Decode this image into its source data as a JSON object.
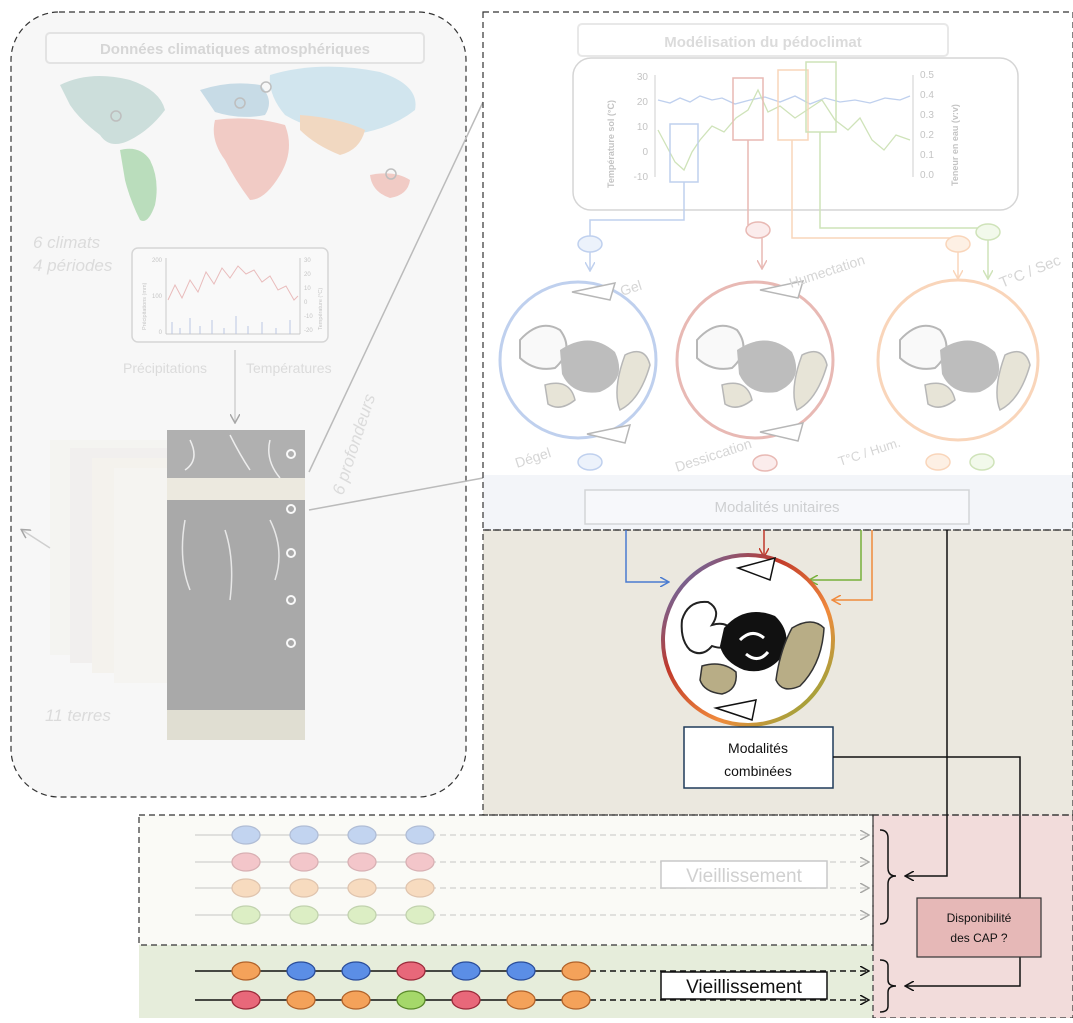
{
  "left_panel": {
    "title": "Données climatiques atmosphériques",
    "climates_line1": "6 climats",
    "climates_line2": "4 périodes",
    "mini_chart_ylabel_left": "Précipitations (mm)",
    "mini_chart_ylabel_right": "Température (°C)",
    "mini_chart_left_ticks": [
      "200",
      "100",
      "0"
    ],
    "mini_chart_right_ticks": [
      "30",
      "20",
      "10",
      "0",
      "-10",
      "-20"
    ],
    "label_precip": "Précipitations",
    "label_temp": "Températures",
    "label_depths": "6 profondeurs",
    "label_soils": "11 terres"
  },
  "pedoclimate": {
    "title": "Modélisation du pédoclimat",
    "ylabel_left": "Température sol (°C)",
    "ylabel_right": "Teneur en eau (v:v)",
    "left_ticks": [
      "30",
      "20",
      "10",
      "0",
      "-10"
    ],
    "right_ticks": [
      "0.5",
      "0.4",
      "0.3",
      "0.2",
      "0.1",
      "0.0"
    ],
    "label_gel": "Gel",
    "label_degel": "Dégel",
    "label_humectation": "Humectation",
    "label_dessiccation": "Dessiccation",
    "label_tc_sec": "T°C / Sec",
    "label_tc_hum": "T°C / Hum.",
    "unit_modalities": "Modalités unitaires"
  },
  "combined": {
    "label_line1": "Modalités",
    "label_line2": "combinées"
  },
  "aging": {
    "top_label": "Vieillissement",
    "bottom_label": "Vieillissement",
    "cap_line1": "Disponibilité",
    "cap_line2": "des CAP ?"
  },
  "colors": {
    "blue": "#4a7bd0",
    "red": "#c0392b",
    "orange": "#f08a3c",
    "green": "#77b03a",
    "olive_bg": "#ebe8df",
    "pink_bg": "#f2dcdb",
    "green_bg": "#e6eddb",
    "cap_box": "#e6b8b7"
  },
  "bottom_sequences": [
    [
      "orange",
      "blue",
      "blue",
      "red",
      "blue",
      "blue",
      "orange"
    ],
    [
      "red",
      "orange",
      "orange",
      "green",
      "red",
      "orange",
      "orange"
    ]
  ],
  "top_sequences": [
    [
      "blue",
      "blue",
      "blue",
      "blue"
    ],
    [
      "red",
      "red",
      "red",
      "red"
    ],
    [
      "orange",
      "orange",
      "orange",
      "orange"
    ],
    [
      "green",
      "green",
      "green",
      "green"
    ]
  ]
}
